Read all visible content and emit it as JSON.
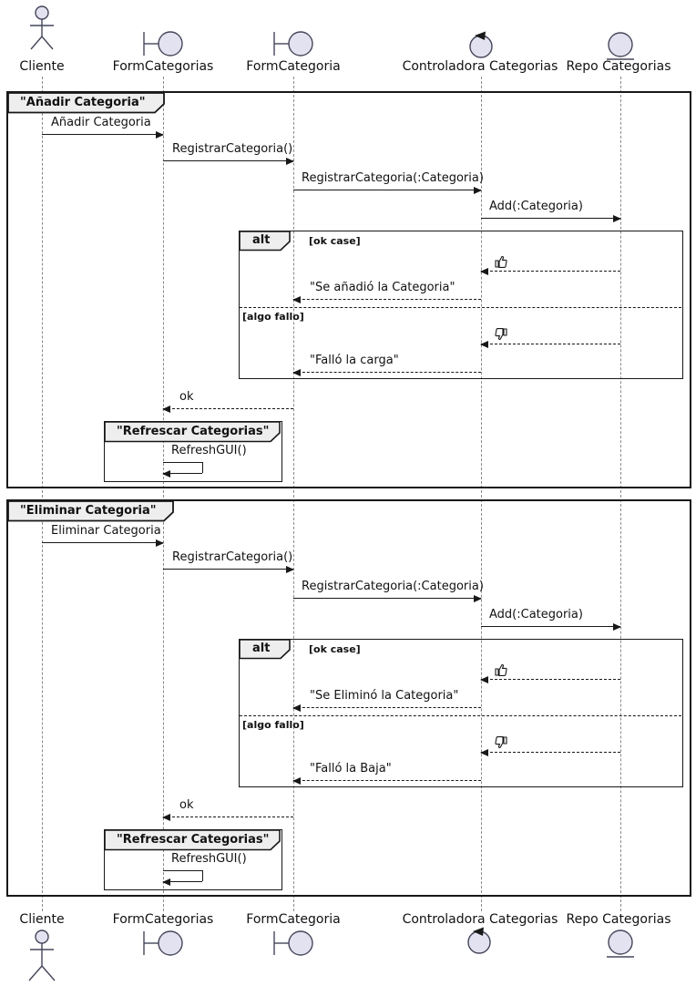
{
  "diagram": {
    "type": "uml-sequence-diagram",
    "participants": [
      {
        "name": "Cliente",
        "icon": "actor-icon"
      },
      {
        "name": "FormCategorias",
        "icon": "boundary-icon"
      },
      {
        "name": "FormCategoria",
        "icon": "boundary-icon"
      },
      {
        "name": "Controladora Categorias",
        "icon": "control-icon"
      },
      {
        "name": "Repo Categorias",
        "icon": "entity-icon"
      }
    ],
    "colors": {
      "participant_fill": "#E2E2F0",
      "frame_header_fill": "#EEEEEE",
      "line": "#181818",
      "lifeline": "#8a8a8a",
      "background": "#ffffff"
    },
    "frames": [
      {
        "title": "\"Añadir Categoria\"",
        "messages": {
          "request": "Añadir Categoria",
          "registrar": "RegistrarCategoria()",
          "registrar_param": "RegistrarCategoria(:Categoria)",
          "add": "Add(:Categoria)",
          "ok": "ok"
        },
        "alt": {
          "operator": "alt",
          "guard_ok": "[ok case]",
          "guard_fail": "[algo fallo]",
          "thumb_up": "👍",
          "thumb_down": "👎",
          "reply_ok": "\"Se añadió la Categoria\"",
          "reply_fail": "\"Falló la carga\""
        },
        "group": {
          "title": "\"Refrescar Categorias\"",
          "message": "RefreshGUI()"
        }
      },
      {
        "title": "\"Eliminar Categoria\"",
        "messages": {
          "request": "Eliminar Categoria",
          "registrar": "RegistrarCategoria()",
          "registrar_param": "RegistrarCategoria(:Categoria)",
          "add": "Add(:Categoria)",
          "ok": "ok"
        },
        "alt": {
          "operator": "alt",
          "guard_ok": "[ok case]",
          "guard_fail": "[algo fallo]",
          "thumb_up": "👍",
          "thumb_down": "👎",
          "reply_ok": "\"Se Eliminó la Categoria\"",
          "reply_fail": "\"Falló la Baja\""
        },
        "group": {
          "title": "\"Refrescar Categorias\"",
          "message": "RefreshGUI()"
        }
      }
    ]
  }
}
